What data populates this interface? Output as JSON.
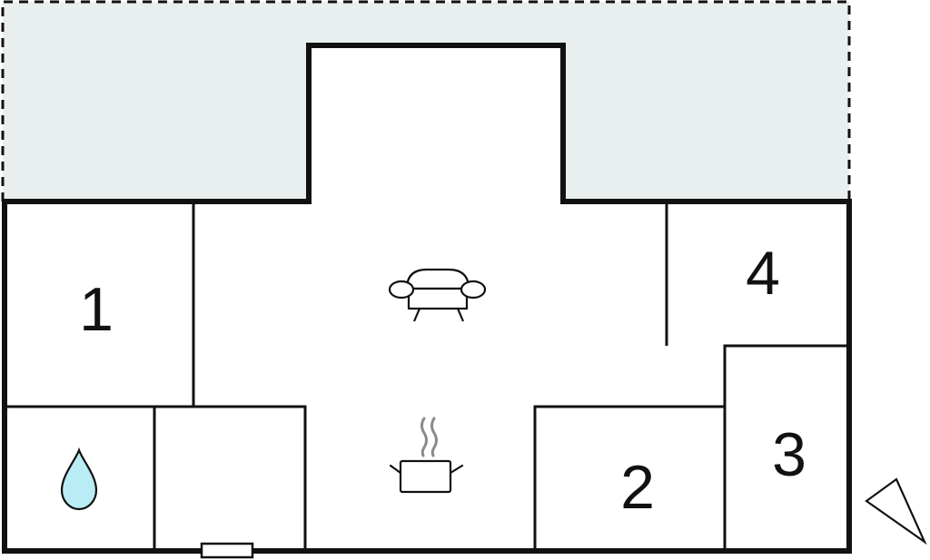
{
  "rooms": [
    {
      "id": "room-1",
      "label": "1"
    },
    {
      "id": "room-2",
      "label": "2"
    },
    {
      "id": "room-3",
      "label": "3"
    },
    {
      "id": "room-4",
      "label": "4"
    }
  ],
  "icons": {
    "living": "sofa-icon",
    "kitchen": "cooking-pot-icon",
    "bathroom": "water-drop-icon",
    "door": "entrance-door-icon",
    "compass": "north-arrow-icon"
  },
  "colors": {
    "wall": "#111111",
    "terrace": "#e9efef",
    "water": "#b9ecf4",
    "steam": "#8a8a8a",
    "background": "#ffffff"
  }
}
